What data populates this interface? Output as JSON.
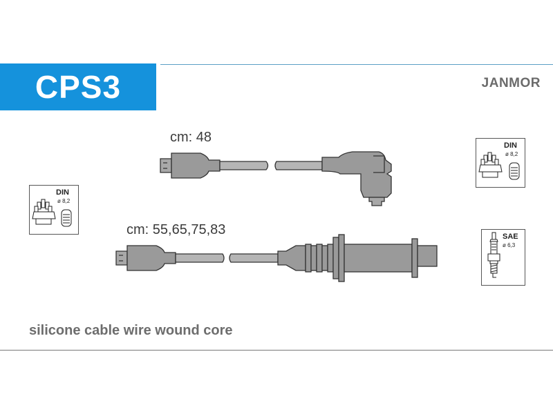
{
  "header": {
    "code": "CPS3",
    "brand": "JANMOR",
    "accent_color": "#1592dc"
  },
  "cables": [
    {
      "length_label": "cm: 48",
      "end_type": "angled-boot"
    },
    {
      "length_label": "cm: 55,65,75,83",
      "end_type": "straight-plug-boot"
    }
  ],
  "specs": {
    "distributor_left": {
      "title": "DIN",
      "size": "ø 8,2",
      "icon": "distributor-cap-icon"
    },
    "distributor_right": {
      "title": "DIN",
      "size": "ø 8,2",
      "icon": "distributor-cap-icon"
    },
    "spark_plug": {
      "title": "SAE",
      "size": "ø 6,3",
      "icon": "spark-plug-icon"
    }
  },
  "footer": {
    "description": "silicone cable wire wound core"
  }
}
